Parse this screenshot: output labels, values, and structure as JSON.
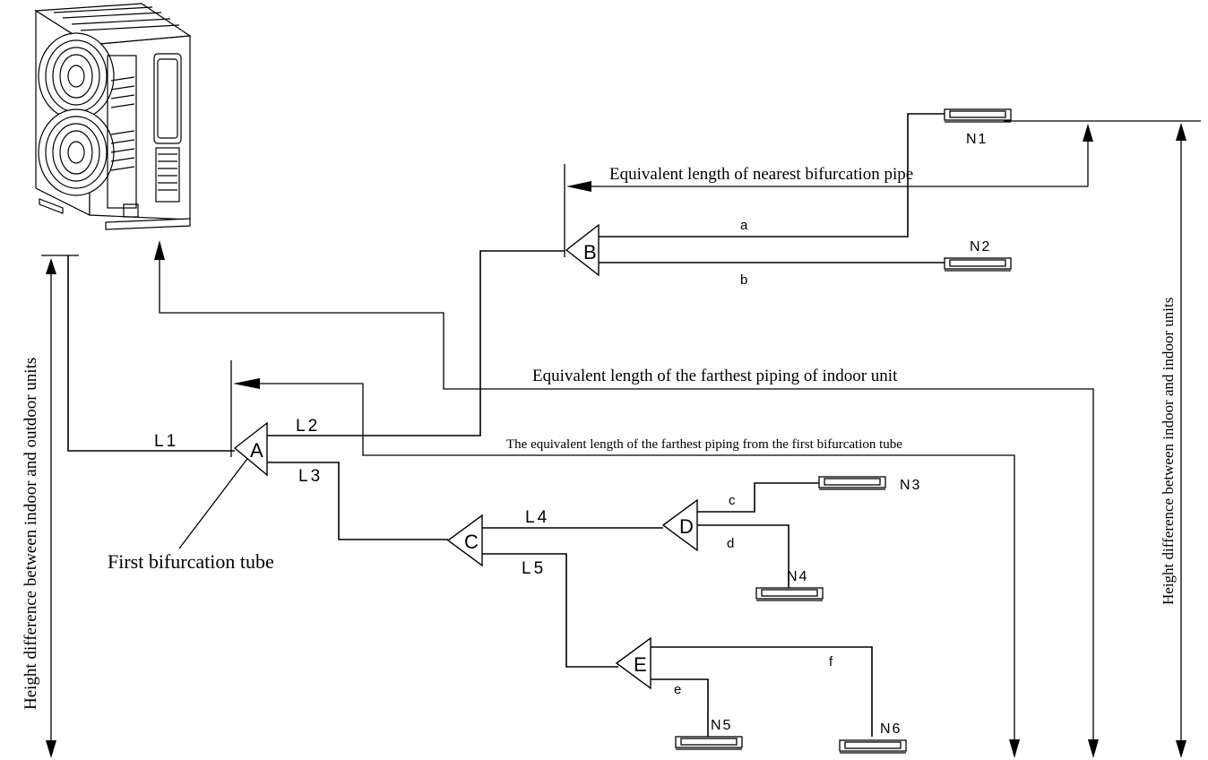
{
  "labels": {
    "nearest_pipe": "Equivalent length of nearest bifurcation pipe",
    "farthest_indoor": "Equivalent length of the farthest piping of indoor unit",
    "farthest_from_first": "The equivalent length of the farthest piping from the first bifurcation tube",
    "first_bifurcation": "First bifurcation tube",
    "height_outdoor": "Height difference between indoor and outdoor units",
    "height_indoor": "Height difference between indoor and indoor units"
  },
  "bifurcations": {
    "a": "A",
    "b": "B",
    "c": "C",
    "d": "D",
    "e": "E"
  },
  "pipes": {
    "l1": "L1",
    "l2": "L2",
    "l3": "L3",
    "l4": "L4",
    "l5": "L5",
    "a": "a",
    "b": "b",
    "c": "c",
    "d": "d",
    "e": "e",
    "f": "f"
  },
  "indoor_units": {
    "n1": "N1",
    "n2": "N2",
    "n3": "N3",
    "n4": "N4",
    "n5": "N5",
    "n6": "N6"
  }
}
